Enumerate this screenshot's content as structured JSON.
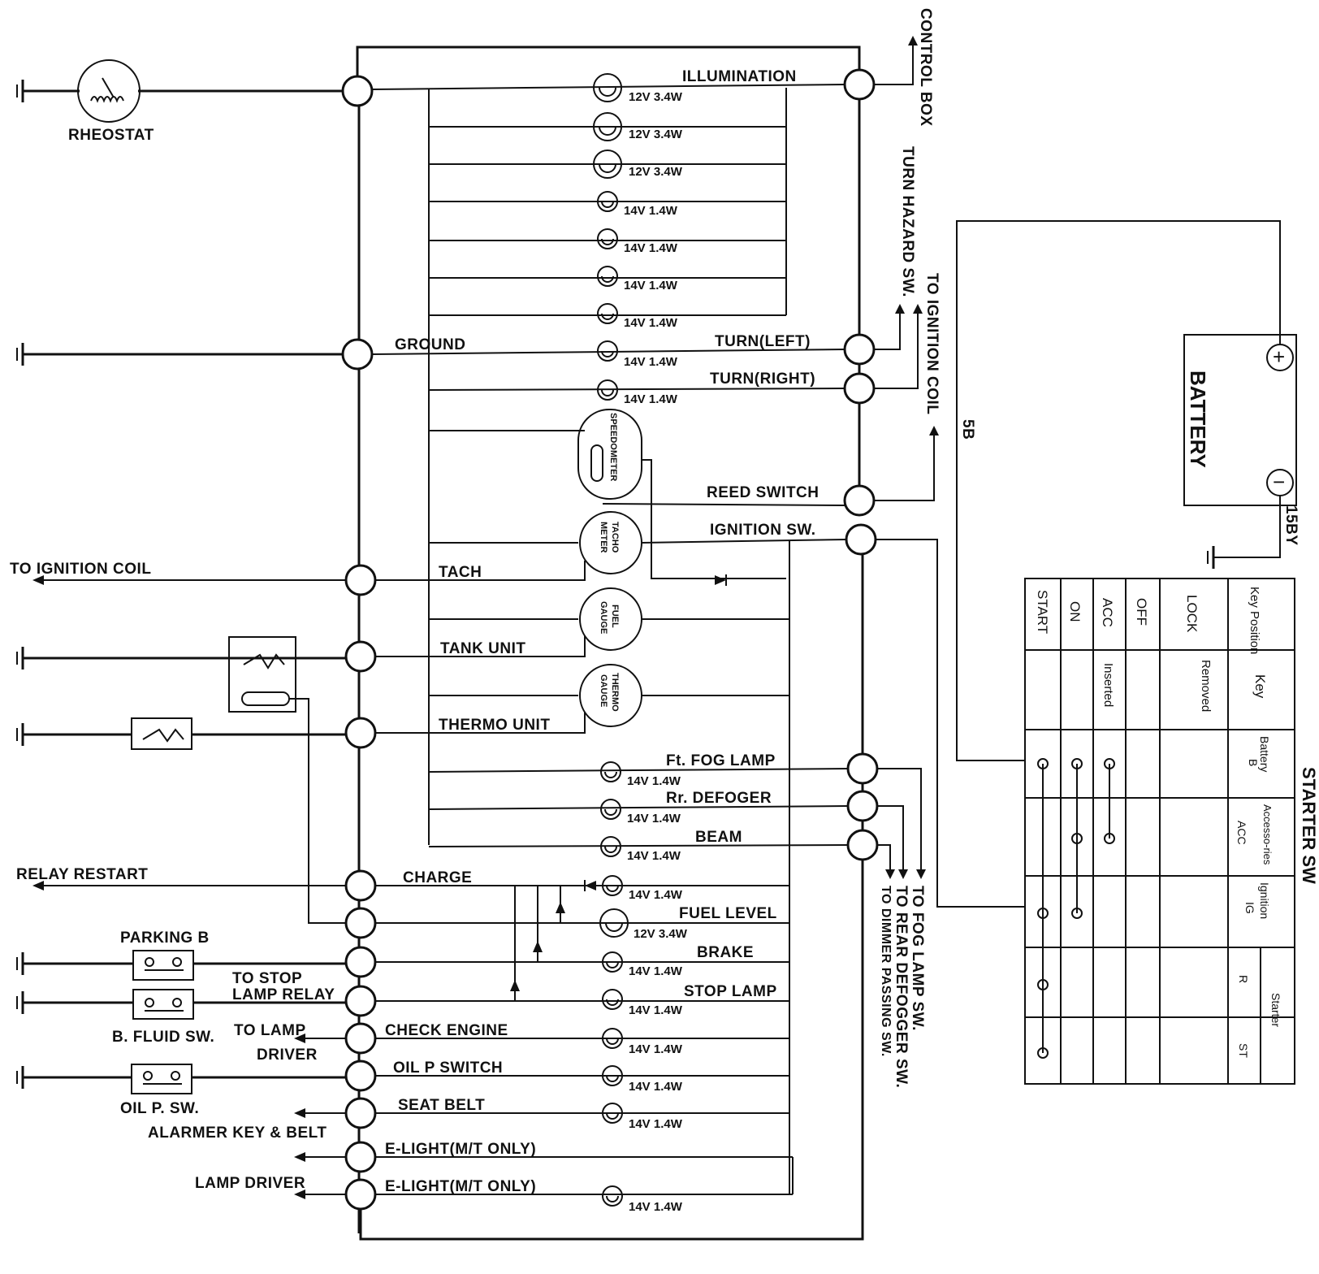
{
  "right_labels": {
    "control_box": "CONTROL BOX",
    "turn_hazard_sw": "TURN HAZARD SW.",
    "to_ignition_coil": "TO IGNITION COIL",
    "to_fog_lamp_sw": "TO FOG LAMP SW.",
    "to_rear_defogger_sw": "TO REAR DEFOGGER SW.",
    "to_dimmer_passing_sw": "TO DIMMER PASSING SW."
  },
  "left_labels": {
    "rheostat": "RHEOSTAT",
    "to_ignition_coil": "TO IGNITION COIL",
    "relay_restart": "RELAY RESTART",
    "parking_b": "PARKING B",
    "b_fluid_sw": "B. FLUID SW.",
    "to_stop": "TO STOP",
    "lamp_relay": "LAMP RELAY",
    "to_lamp": "TO LAMP",
    "driver": "DRIVER",
    "oil_p_sw": "OIL P. SW.",
    "alarmer_key_belt": "ALARMER KEY & BELT",
    "lamp_driver": "LAMP DRIVER"
  },
  "circuits": {
    "illumination": "ILLUMINATION",
    "ground": "GROUND",
    "turn_left": "TURN(LEFT)",
    "turn_right": "TURN(RIGHT)",
    "reed_switch": "REED SWITCH",
    "ignition_sw": "IGNITION SW.",
    "tach": "TACH",
    "tank_unit": "TANK UNIT",
    "thermo_unit": "THERMO UNIT",
    "ft_fog_lamp": "Ft. FOG LAMP",
    "rr_defoger": "Rr. DEFOGER",
    "beam": "BEAM",
    "charge": "CHARGE",
    "fuel_level": "FUEL LEVEL",
    "brake": "BRAKE",
    "stop_lamp": "STOP LAMP",
    "check_engine": "CHECK ENGINE",
    "oil_p_switch": "OIL P SWITCH",
    "seat_belt": "SEAT BELT",
    "e_light_1": "E-LIGHT(M/T ONLY)",
    "e_light_2": "E-LIGHT(M/T ONLY)"
  },
  "bulb_ratings": [
    "12V 3.4W",
    "12V 3.4W",
    "12V 3.4W",
    "14V 1.4W",
    "14V 1.4W",
    "14V 1.4W",
    "14V 1.4W",
    "14V 1.4W",
    "14V 1.4W",
    "14V 1.4W",
    "14V 1.4W",
    "14V 1.4W",
    "14V 1.4W",
    "12V 3.4W",
    "14V 1.4W",
    "14V 1.4W",
    "14V 1.4W",
    "14V 1.4W",
    "14V 1.4W",
    "14V 1.4W"
  ],
  "gauges": {
    "speedometer": "SPEEDOMETER",
    "tacho_1": "TACHO",
    "tacho_2": "METER",
    "fuel_1": "FUEL",
    "fuel_2": "GAUGE",
    "thermo_1": "THERMO",
    "thermo_2": "GAUGE"
  },
  "battery": {
    "label": "BATTERY",
    "wire_pos": "5B",
    "wire_neg": "15BY",
    "plus": "+",
    "minus": "−"
  },
  "starter_switch": {
    "title": "STARTER SW",
    "key_position_header": "Key Position",
    "key_header": "Key",
    "positions": [
      "LOCK",
      "OFF",
      "ACC",
      "ON",
      "START"
    ],
    "removed": "Removed",
    "inserted": "Inserted",
    "terminals": [
      {
        "name": "Battery",
        "code": "B"
      },
      {
        "name": "Accesso-ries",
        "code": "ACC"
      },
      {
        "name": "Ignition",
        "code": "IG"
      },
      {
        "name": "Starter",
        "code": "R"
      },
      {
        "name": "Starter",
        "code": "ST"
      }
    ],
    "starter_group": "Starter"
  }
}
